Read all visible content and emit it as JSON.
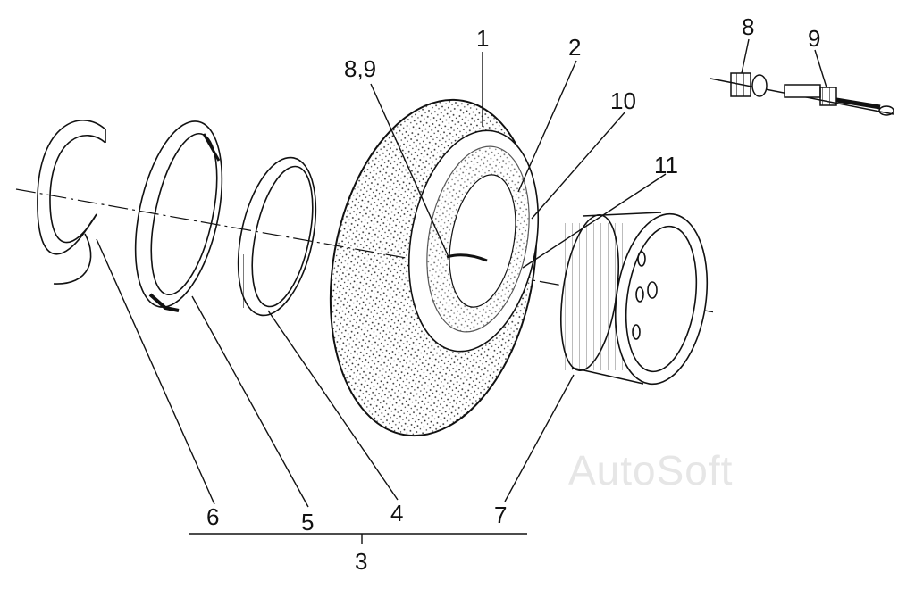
{
  "diagram": {
    "callouts": {
      "tire": "1",
      "tube": "2",
      "assembly": "3",
      "ring_4": "4",
      "ring_5": "5",
      "ring_6": "6",
      "wheel_rim": "7",
      "valve_parts": "8,9",
      "valve_cap": "8",
      "valve_core": "9",
      "flap": "10",
      "part_11": "11"
    },
    "watermark": "AutoSoft"
  }
}
